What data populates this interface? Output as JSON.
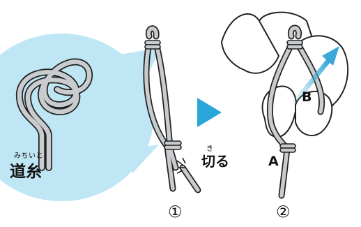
{
  "labels": {
    "michiito_ruby": "みちいと",
    "michiito": "道糸",
    "kiru_ruby": "き",
    "kiru": "切る",
    "point_a": "A",
    "point_b": "B",
    "step_1": "①",
    "step_2": "②"
  },
  "colors": {
    "bubble": "#bfe6f4",
    "cord_fill": "#c9ccce",
    "outline": "#222222",
    "arrow_play": "#2aa6d8",
    "arrow_pull": "#3aa8d8",
    "hand_fill": "#ffffff"
  }
}
